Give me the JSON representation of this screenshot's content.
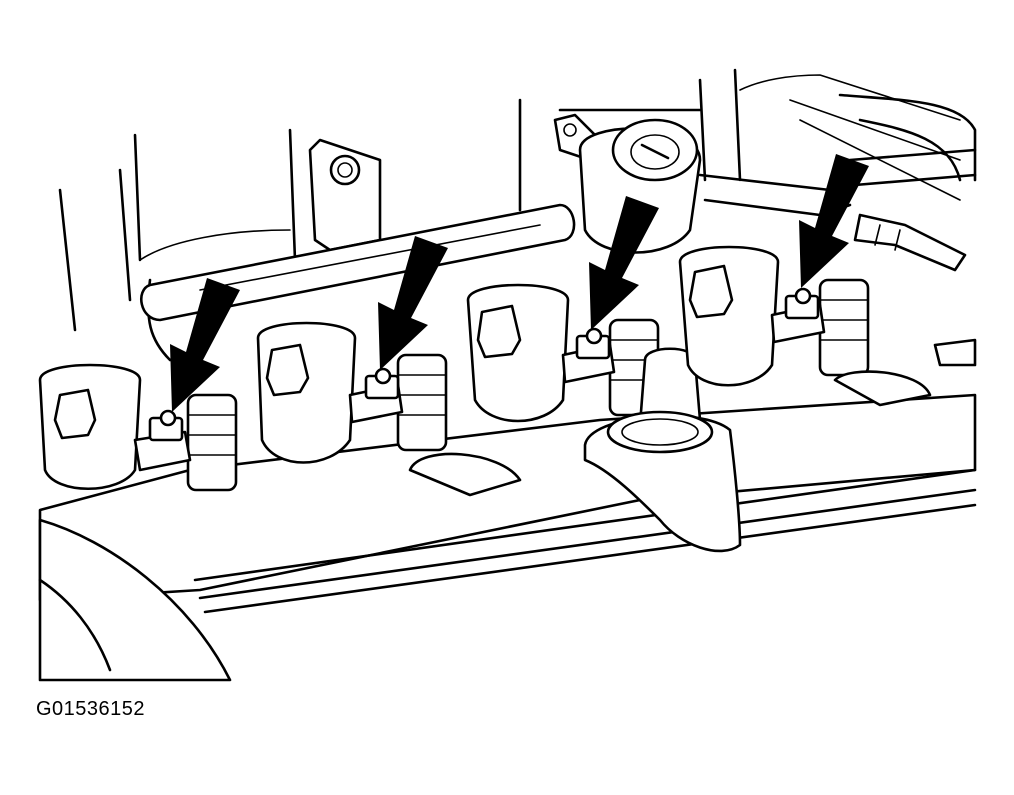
{
  "figure": {
    "code": "G01536152",
    "arrow_count": 4,
    "coil_count": 4,
    "stroke_color": "#000000",
    "background_color": "#ffffff"
  }
}
